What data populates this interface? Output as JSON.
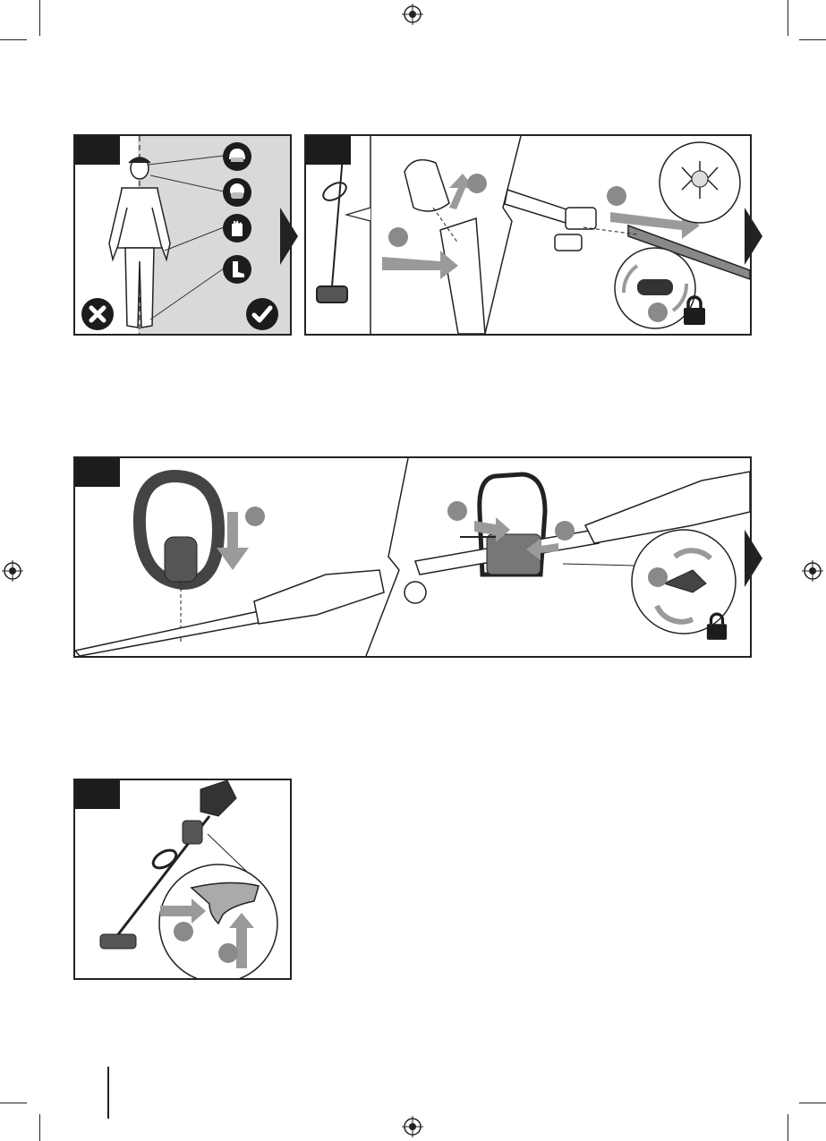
{
  "page": {
    "description_text": "",
    "page_number": ""
  },
  "panels": [
    {
      "id": "panel-1",
      "step_label": ""
    },
    {
      "id": "panel-2",
      "step_label": ""
    },
    {
      "id": "panel-3",
      "step_label": ""
    },
    {
      "id": "panel-4",
      "step_label": ""
    }
  ],
  "icons": {
    "helmet": "helmet-icon",
    "mask": "face-mask-icon",
    "gloves": "gloves-icon",
    "boots": "boots-icon",
    "wrong": "cross-circle-icon",
    "correct": "check-circle-icon",
    "lock": "padlock-icon",
    "next": "next-arrow-icon"
  },
  "colors": {
    "panel_border": "#222222",
    "tab_fill": "#1c1c1c",
    "badge_gray": "#8a8a8a",
    "shaded_area": "#d9d9d9",
    "arrow_gray": "#9a9a9a"
  }
}
